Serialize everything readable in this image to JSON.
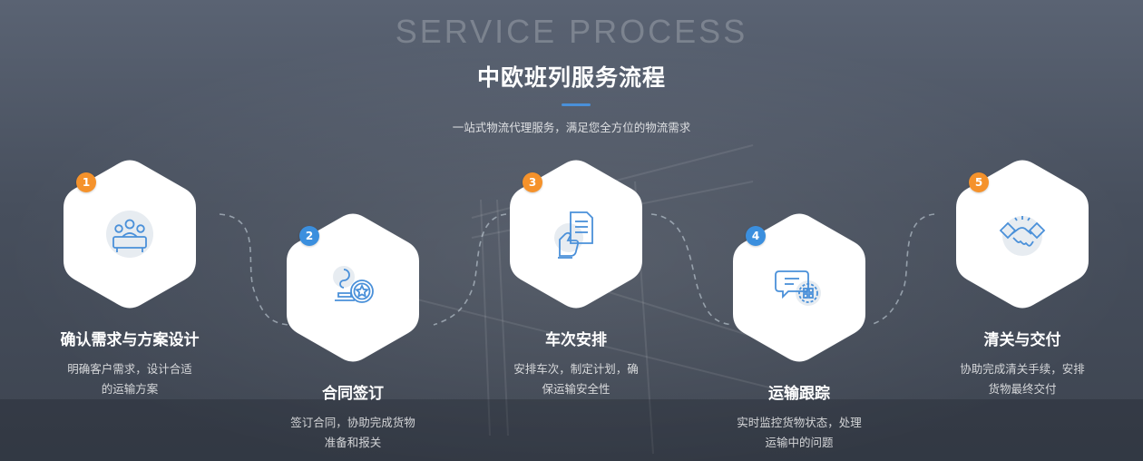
{
  "header": {
    "en_title": "SERVICE PROCESS",
    "cn_title": "中欧班列服务流程",
    "subtitle": "一站式物流代理服务，满足您全方位的物流需求"
  },
  "colors": {
    "accent_blue": "#3b8fde",
    "accent_orange": "#f5922b",
    "icon_blue": "#4a90d9"
  },
  "steps": [
    {
      "number": "1",
      "title": "确认需求与方案设计",
      "desc_line1": "明确客户需求，设计合适",
      "desc_line2": "的运输方案",
      "icon": "meeting-icon",
      "badge_color": "#f5922b"
    },
    {
      "number": "2",
      "title": "合同签订",
      "desc_line1": "签订合同，协助完成货物",
      "desc_line2": "准备和报关",
      "icon": "seal-stamp-icon",
      "badge_color": "#3b8fde"
    },
    {
      "number": "3",
      "title": "车次安排",
      "desc_line1": "安排车次，制定计划，确",
      "desc_line2": "保运输安全性",
      "icon": "document-hand-icon",
      "badge_color": "#f5922b"
    },
    {
      "number": "4",
      "title": "运输跟踪",
      "desc_line1": "实时监控货物状态，处理",
      "desc_line2": "运输中的问题",
      "icon": "tracking-chat-icon",
      "badge_color": "#3b8fde"
    },
    {
      "number": "5",
      "title": "清关与交付",
      "desc_line1": "协助完成清关手续，安排",
      "desc_line2": "货物最终交付",
      "icon": "handshake-icon",
      "badge_color": "#f5922b"
    }
  ]
}
